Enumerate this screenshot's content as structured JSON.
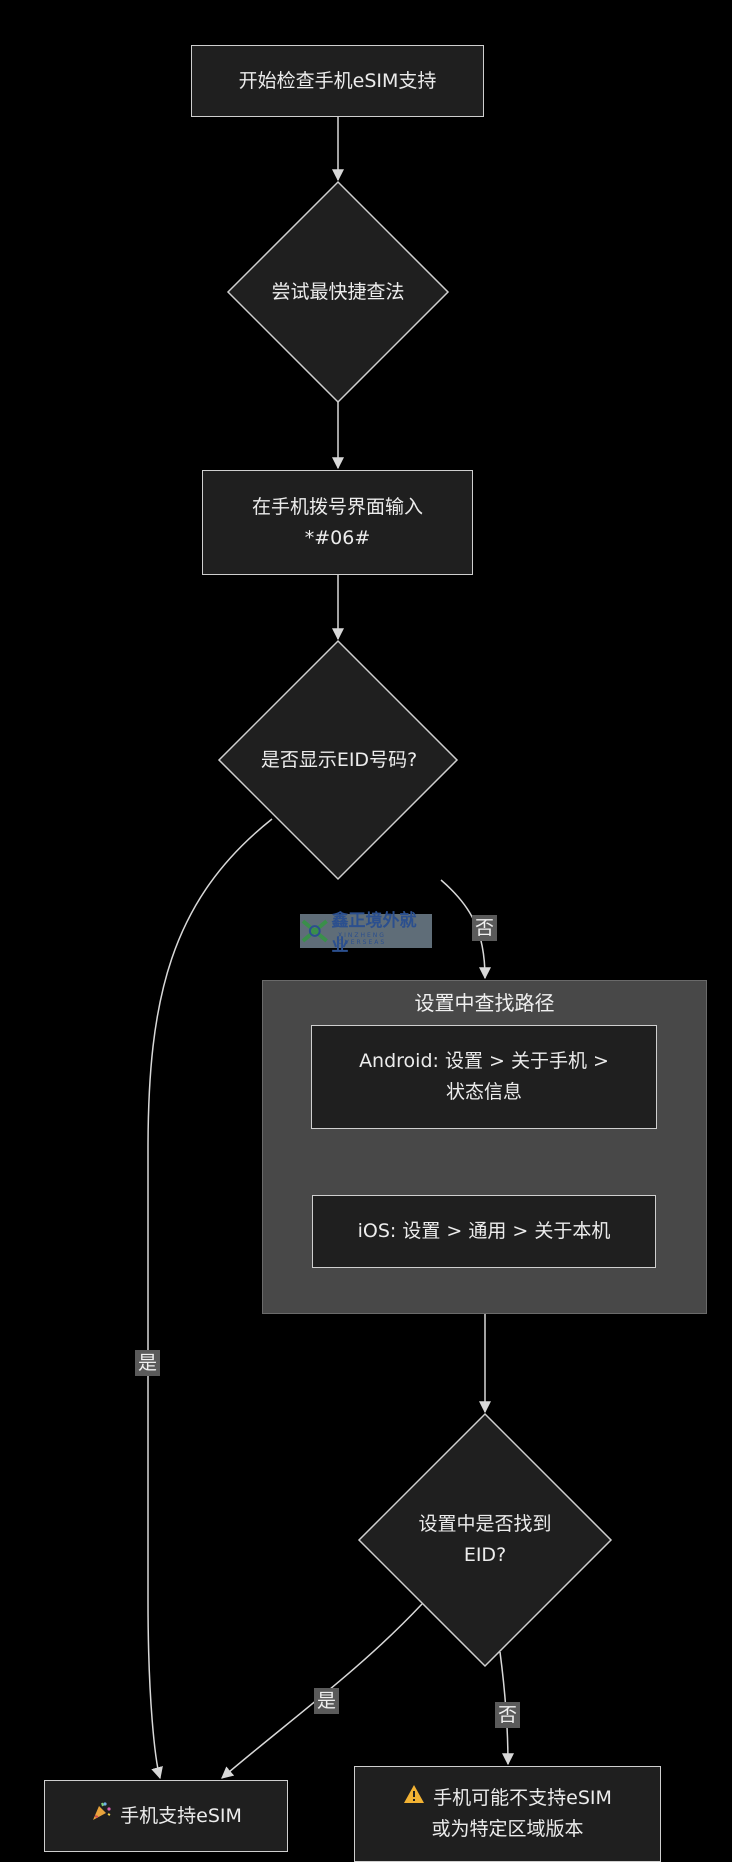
{
  "nodes": {
    "start": "开始检查手机eSIM支持",
    "try_fast": "尝试最快捷查法",
    "dial_line1": "在手机拨号界面输入",
    "dial_line2": "*#06#",
    "show_eid": "是否显示EID号码?",
    "found_eid_line1": "设置中是否找到",
    "found_eid_line2": "EID?",
    "supported": "手机支持eSIM",
    "not_supported_line1": "手机可能不支持eSIM",
    "not_supported_line2": "或为特定区域版本"
  },
  "group": {
    "title": "设置中查找路径",
    "android_line1": "Android: 设置 > 关于手机 >",
    "android_line2": "状态信息",
    "ios": "iOS: 设置 > 通用 > 关于本机"
  },
  "edge_labels": {
    "no1": "否",
    "yes1": "是",
    "yes2": "是",
    "no2": "否"
  },
  "watermark": {
    "text": "鑫正境外就业",
    "sub": "XINZHENG OVERSEAS"
  },
  "icons": {
    "supported": "party-popper-icon",
    "not_supported": "warning-icon"
  },
  "colors": {
    "background": "#000000",
    "node_fill": "#1f1f1f",
    "node_stroke": "#cfcfcf",
    "group_fill": "#484848",
    "edge_label_bg": "#5a5a5a",
    "warning": "#f2b233"
  }
}
